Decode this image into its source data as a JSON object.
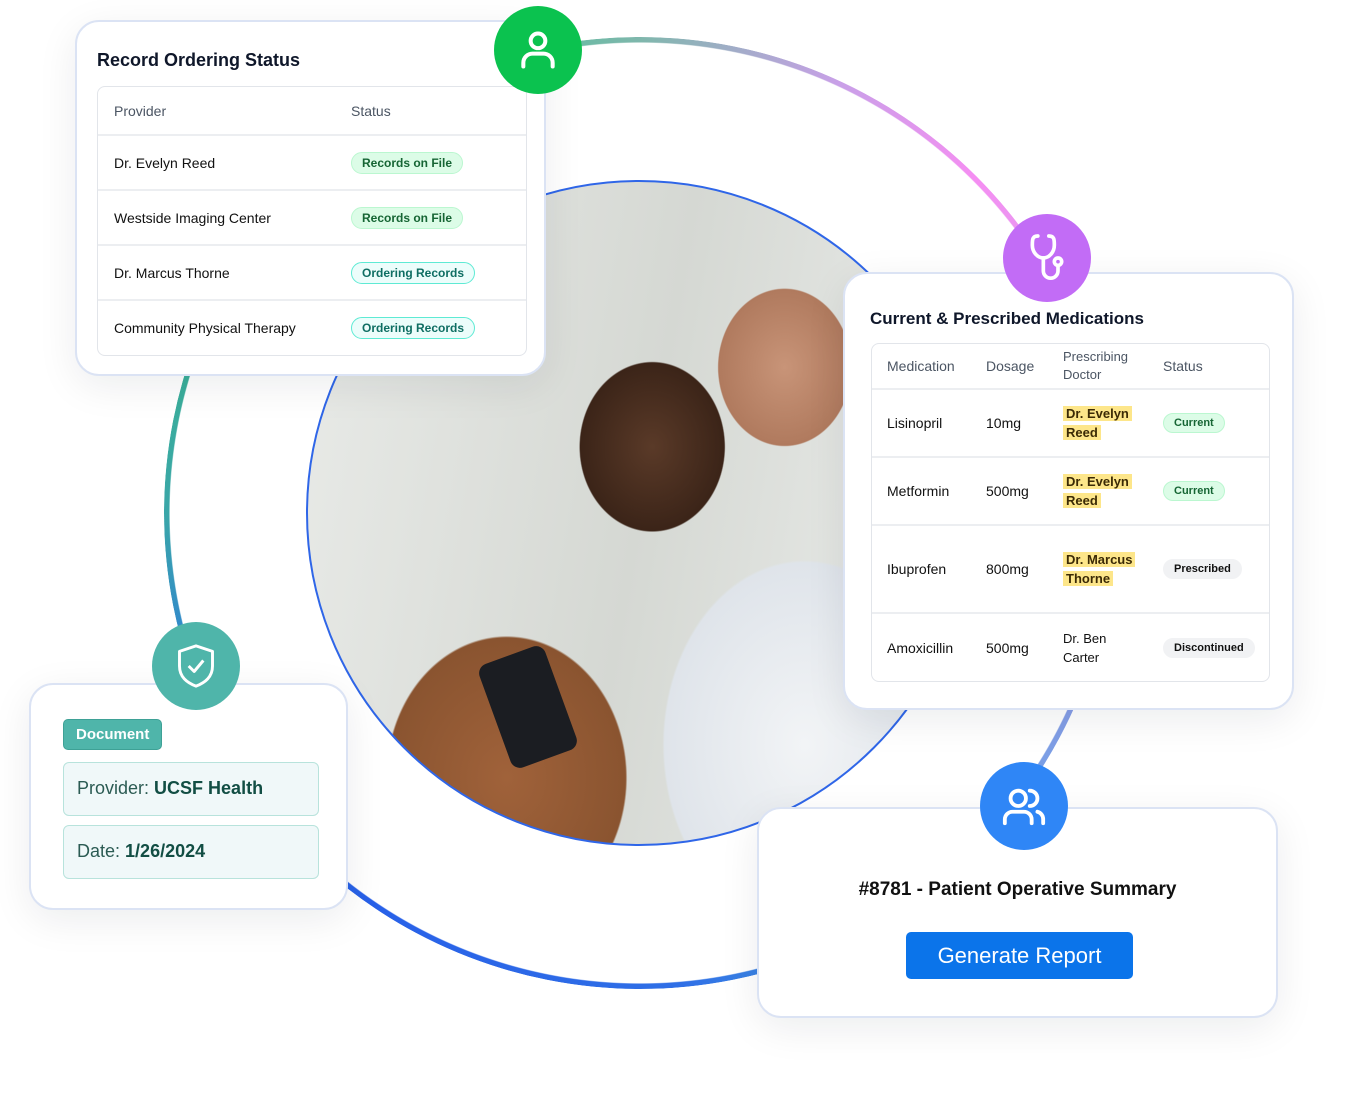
{
  "record_ordering": {
    "title": "Record Ordering Status",
    "columns": [
      "Provider",
      "Status"
    ],
    "rows": [
      {
        "provider": "Dr. Evelyn Reed",
        "status": "Records on File"
      },
      {
        "provider": "Westside Imaging Center",
        "status": "Records on File"
      },
      {
        "provider": "Dr. Marcus Thorne",
        "status": "Ordering Records"
      },
      {
        "provider": "Community Physical Therapy",
        "status": "Ordering Records"
      }
    ]
  },
  "medications": {
    "title": "Current & Prescribed Medications",
    "columns": [
      "Medication",
      "Dosage",
      "Prescribing Doctor",
      "Status"
    ],
    "rows": [
      {
        "medication": "Lisinopril",
        "dosage": "10mg",
        "doctor": "Dr. Evelyn Reed",
        "status": "Current"
      },
      {
        "medication": "Metformin",
        "dosage": "500mg",
        "doctor": "Dr. Evelyn Reed",
        "status": "Current"
      },
      {
        "medication": "Ibuprofen",
        "dosage": "800mg",
        "doctor": "Dr. Marcus Thorne",
        "status": "Prescribed"
      },
      {
        "medication": "Amoxicillin",
        "dosage": "500mg",
        "doctor": "Dr. Ben Carter",
        "status": "Discontinued"
      }
    ]
  },
  "document": {
    "badge": "Document",
    "provider_label": "Provider:",
    "provider_value": "UCSF Health",
    "date_label": "Date:",
    "date_value": "1/26/2024"
  },
  "report": {
    "title": "#8781 - Patient Operative Summary",
    "button": "Generate Report"
  },
  "colors": {
    "green": "#0bc24f",
    "purple": "#c26cf6",
    "teal": "#4fb5aa",
    "blue": "#2f86f6",
    "button": "#0b74ea"
  }
}
